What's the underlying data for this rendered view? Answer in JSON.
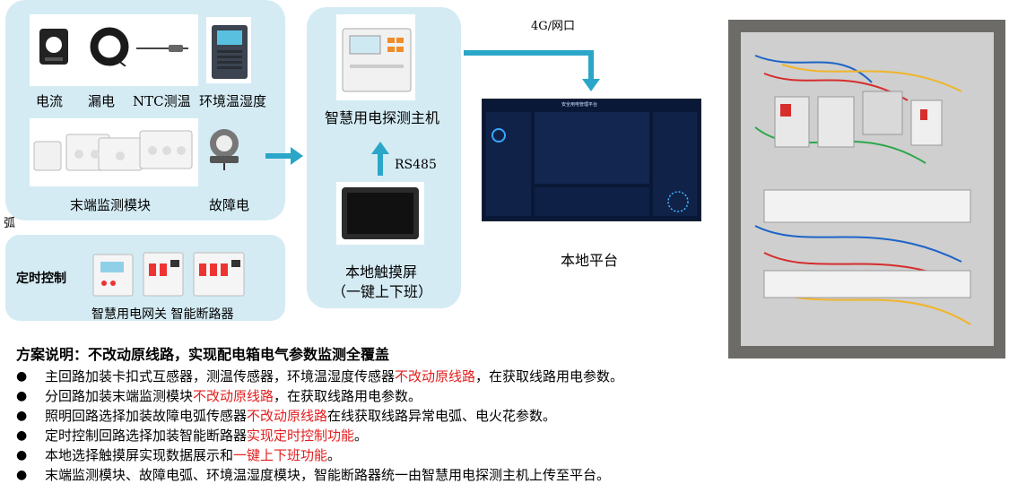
{
  "sensors": {
    "current": "电流",
    "leakage": "漏电",
    "ntc": "NTC测温",
    "env": "环境温湿度",
    "terminal": "末端监测模块",
    "arc_line1": "故障电",
    "arc_line2": "弧"
  },
  "timer": {
    "label": "定时控制",
    "devices": "智慧用电网关 智能断路器"
  },
  "host": {
    "label": "智慧用电探测主机",
    "rs485": "RS485",
    "touch_line1": "本地触摸屏",
    "touch_line2": "（一键上下班）"
  },
  "network": "4G/网口",
  "platform": {
    "label": "本地平台",
    "screen_title": "安全用电管理平台"
  },
  "description": {
    "title": "方案说明：不改动原线路，实现配电箱电气参数监测全覆盖",
    "bullets": [
      {
        "pre": "主回路加装卡扣式互感器，测温传感器，环境温湿度传感器",
        "red": "不改动原线路",
        "post": "，在获取线路用电参数。"
      },
      {
        "pre": "分回路加装末端监测模块",
        "red": "不改动原线路",
        "post": "，在获取线路用电参数。"
      },
      {
        "pre": "照明回路选择加装故障电弧传感器",
        "red": "不改动原线路",
        "post": "在线获取线路异常电弧、电火花参数。"
      },
      {
        "pre": "定时控制回路选择加装智能断路器",
        "red": "实现定时控制功能",
        "post": "。"
      },
      {
        "pre": "本地选择触摸屏实现数据展示和",
        "red": "一键上下班功能",
        "post": "。"
      },
      {
        "pre": "末端监测模块、故障电弧、环境温湿度模块，智能断路器统一由智慧用电探测主机上传至平台。",
        "red": "",
        "post": ""
      }
    ]
  },
  "colors": {
    "panel": "#d4ebf4",
    "arrow": "#2aa6c8",
    "highlight": "#e31e1e"
  }
}
